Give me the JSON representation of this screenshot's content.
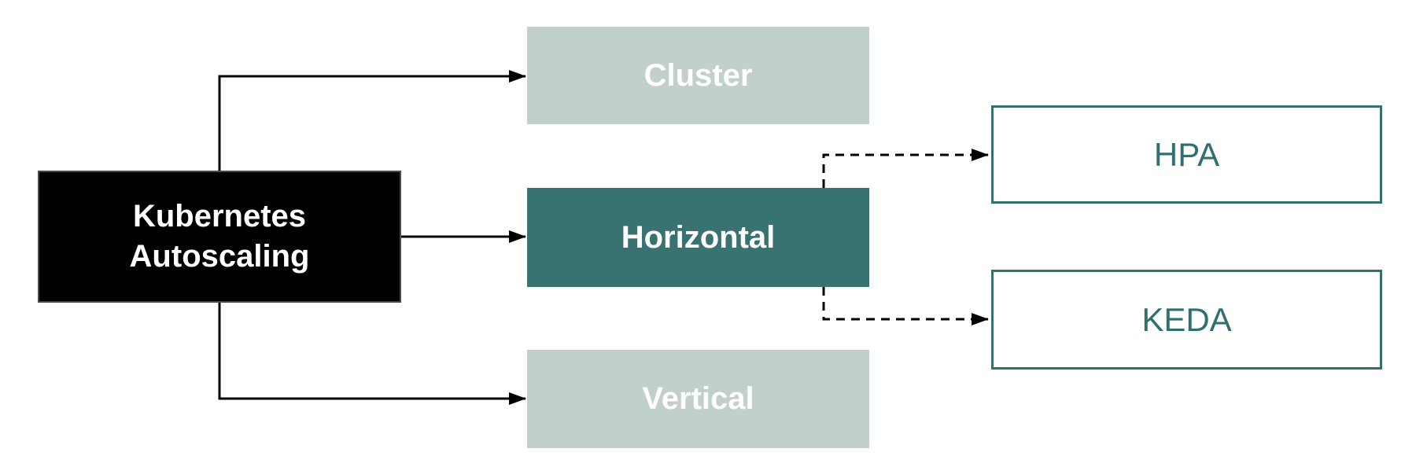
{
  "diagram": {
    "type": "flowchart",
    "background": "#ffffff",
    "nodes": [
      {
        "id": "root",
        "label": "Kubernetes Autoscaling",
        "style": "black-filled",
        "fill": "#000000",
        "text_color": "#ffffff"
      },
      {
        "id": "cluster",
        "label": "Cluster",
        "style": "muted-filled",
        "fill": "#c1cfcd",
        "text_color": "#ffffff"
      },
      {
        "id": "horizontal",
        "label": "Horizontal",
        "style": "teal-filled",
        "fill": "#387271",
        "text_color": "#ffffff"
      },
      {
        "id": "vertical",
        "label": "Vertical",
        "style": "muted-filled",
        "fill": "#c1cfcd",
        "text_color": "#ffffff"
      },
      {
        "id": "hpa",
        "label": "HPA",
        "style": "teal-outline",
        "fill": "#ffffff",
        "text_color": "#2f6f6f",
        "border_color": "#35706f"
      },
      {
        "id": "keda",
        "label": "KEDA",
        "style": "teal-outline",
        "fill": "#ffffff",
        "text_color": "#2f6f6f",
        "border_color": "#35706f"
      }
    ],
    "edges": [
      {
        "from": "root",
        "to": "cluster",
        "line": "solid",
        "arrow": true
      },
      {
        "from": "root",
        "to": "horizontal",
        "line": "solid",
        "arrow": true
      },
      {
        "from": "root",
        "to": "vertical",
        "line": "solid",
        "arrow": true
      },
      {
        "from": "horizontal",
        "to": "hpa",
        "line": "dashed",
        "arrow": true
      },
      {
        "from": "horizontal",
        "to": "keda",
        "line": "dashed",
        "arrow": true
      }
    ],
    "edge_color": "#000000"
  }
}
